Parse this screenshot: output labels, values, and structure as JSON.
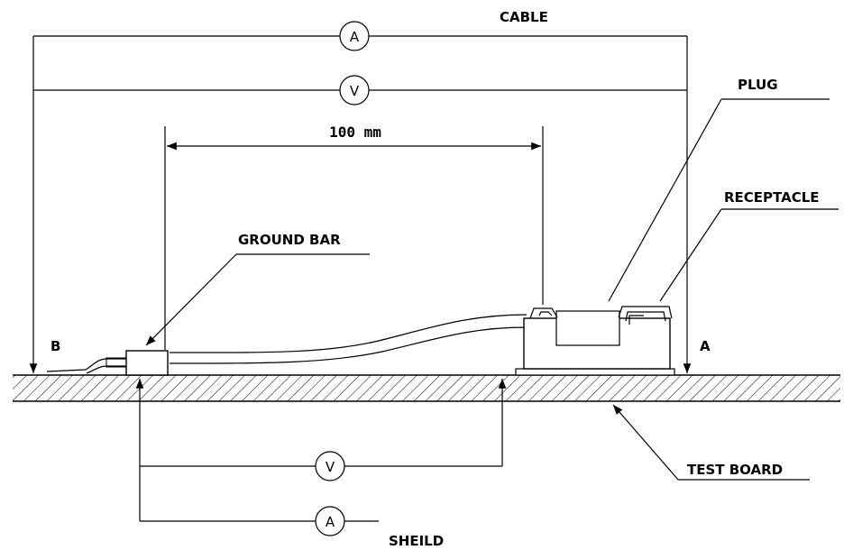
{
  "labels": {
    "cable": "CABLE",
    "plug": "PLUG",
    "receptacle": "RECEPTACLE",
    "ground_bar": "GROUND BAR",
    "test_board": "TEST BOARD",
    "sheild": "SHEILD",
    "point_a": "A",
    "point_b": "B",
    "dimension": "100 mm"
  },
  "meters": {
    "cable_ammeter": "A",
    "cable_voltmeter": "V",
    "shield_voltmeter": "V",
    "shield_ammeter": "A"
  }
}
